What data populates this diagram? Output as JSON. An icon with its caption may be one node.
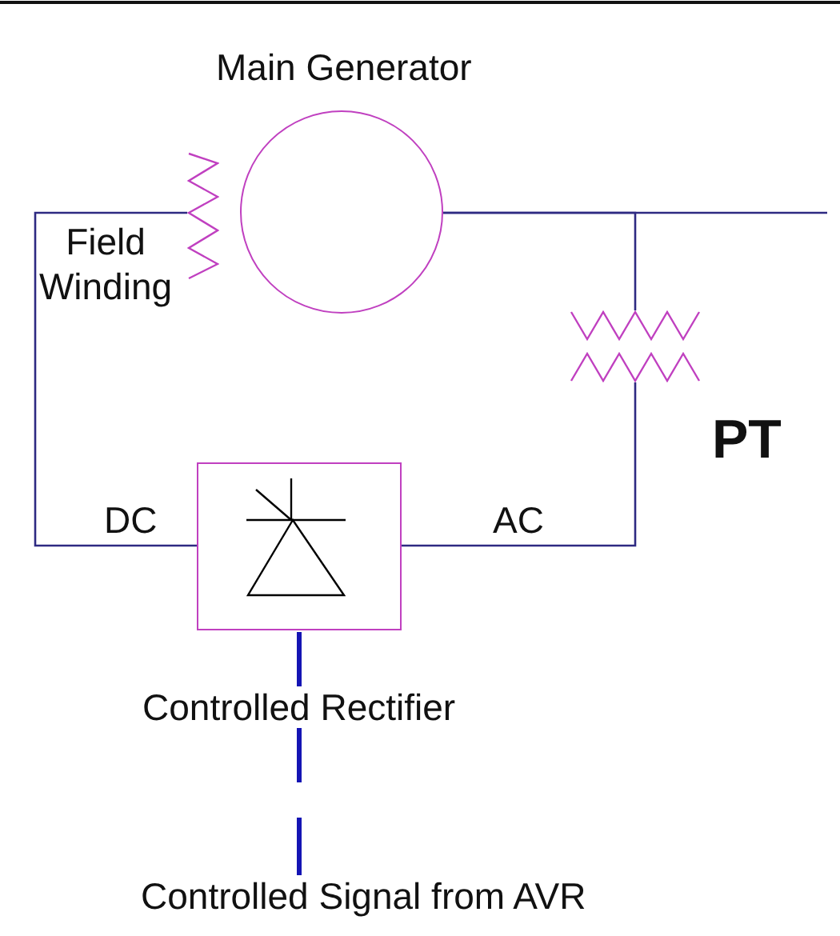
{
  "diagram": {
    "nodes": [
      {
        "text": [
          "Main Generator"
        ]
      },
      {
        "text": [
          "Field Winding"
        ]
      },
      {
        "text": [
          "PT"
        ]
      },
      {
        "text": [
          "Controlled Rectifier"
        ]
      },
      {
        "text": [
          "Controlled Signal from AVR"
        ]
      }
    ],
    "edges": [
      {
        "from": 0,
        "to": null,
        "arrow": "none"
      },
      {
        "from": 0,
        "to": 2,
        "arrow": "none"
      },
      {
        "from": 1,
        "to": 3,
        "arrow": "none",
        "label": "DC"
      },
      {
        "from": 2,
        "to": 3,
        "arrow": "none",
        "label": "AC"
      },
      {
        "from": 4,
        "to": 3,
        "arrow": "none",
        "style": "dashed",
        "color": "#1414b4"
      }
    ]
  }
}
